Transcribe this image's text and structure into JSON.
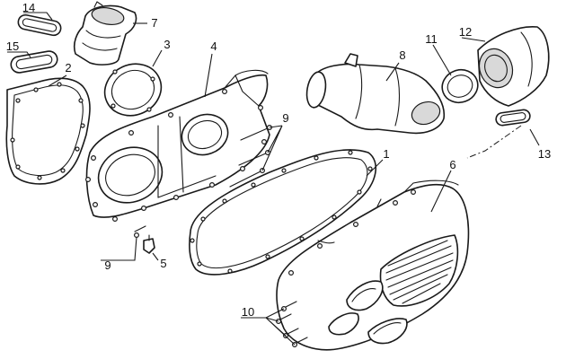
{
  "diagram": {
    "colors": {
      "ink": "#1a1a1a",
      "paper": "#ffffff",
      "shade": "#d9d9d9"
    },
    "callouts": [
      {
        "id": "c1",
        "label": "1"
      },
      {
        "id": "c2",
        "label": "2"
      },
      {
        "id": "c3",
        "label": "3"
      },
      {
        "id": "c4",
        "label": "4"
      },
      {
        "id": "c5",
        "label": "5"
      },
      {
        "id": "c6",
        "label": "6"
      },
      {
        "id": "c7",
        "label": "7"
      },
      {
        "id": "c8",
        "label": "8"
      },
      {
        "id": "c9a",
        "label": "9"
      },
      {
        "id": "c9b",
        "label": "9"
      },
      {
        "id": "c10",
        "label": "10"
      },
      {
        "id": "c11",
        "label": "11"
      },
      {
        "id": "c12",
        "label": "12"
      },
      {
        "id": "c13",
        "label": "13"
      },
      {
        "id": "c14",
        "label": "14"
      },
      {
        "id": "c15",
        "label": "15"
      }
    ]
  }
}
